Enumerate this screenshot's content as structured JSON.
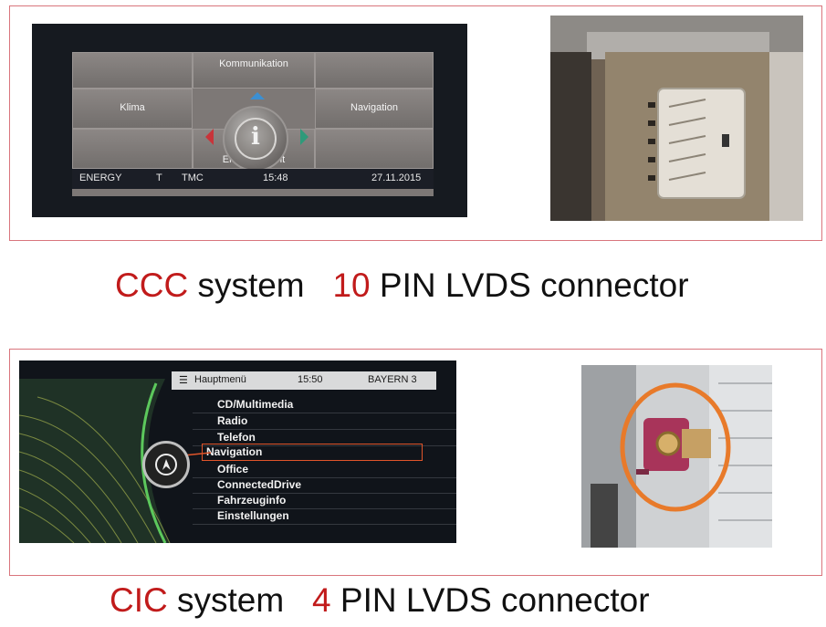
{
  "ccc": {
    "menu": {
      "top": "Kommunikation",
      "left": "Klima",
      "right": "Navigation",
      "bottom": "Entertainment"
    },
    "status": {
      "energy": "ENERGY",
      "t": "T",
      "tmc": "TMC",
      "time": "15:48",
      "date": "27.11.2015"
    },
    "caption": {
      "system": "CCC",
      "system_word": "system",
      "pins": "10",
      "connector": "PIN LVDS connector"
    }
  },
  "cic": {
    "header": {
      "title": "Hauptmenü",
      "time": "15:50",
      "station": "BAYERN 3"
    },
    "menu_items": [
      "CD/Multimedia",
      "Radio",
      "Telefon",
      "Navigation",
      "Office",
      "ConnectedDrive",
      "Fahrzeuginfo",
      "Einstellungen"
    ],
    "selected_index": 3,
    "caption": {
      "system": "CIC",
      "system_word": "system",
      "pins": "4",
      "connector": "PIN LVDS connector"
    }
  },
  "colors": {
    "accent_red": "#c11b1b",
    "border": "#d9757d",
    "selection": "#e0552a",
    "connector_pink": "#a8345a",
    "circle": "#e87a2a"
  },
  "icons": {
    "info": "info-icon",
    "navigation": "navigation-icon",
    "menu": "menu-icon"
  }
}
